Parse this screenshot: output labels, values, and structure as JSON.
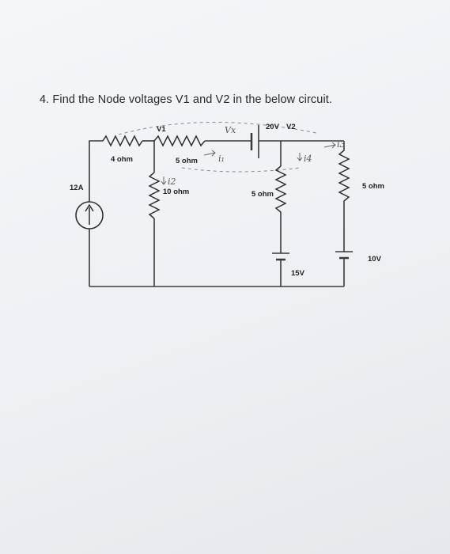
{
  "question": "4. Find the Node voltages V1 and V2 in the below circuit.",
  "labels": {
    "v1": "V1",
    "v2": "V2",
    "source_20v": "20V",
    "r_4ohm": "4 ohm",
    "r_5ohm_top": "5 ohm",
    "r_10ohm": "10 ohm",
    "r_5ohm_mid": "5 ohm",
    "r_5ohm_right": "5 ohm",
    "current_source": "12A",
    "source_15v": "15V",
    "source_10v": "10V"
  },
  "handwritten": {
    "vx": "Vx",
    "i1": "i₁",
    "i2": "i2",
    "i4": "i4",
    "i3": "i3"
  }
}
